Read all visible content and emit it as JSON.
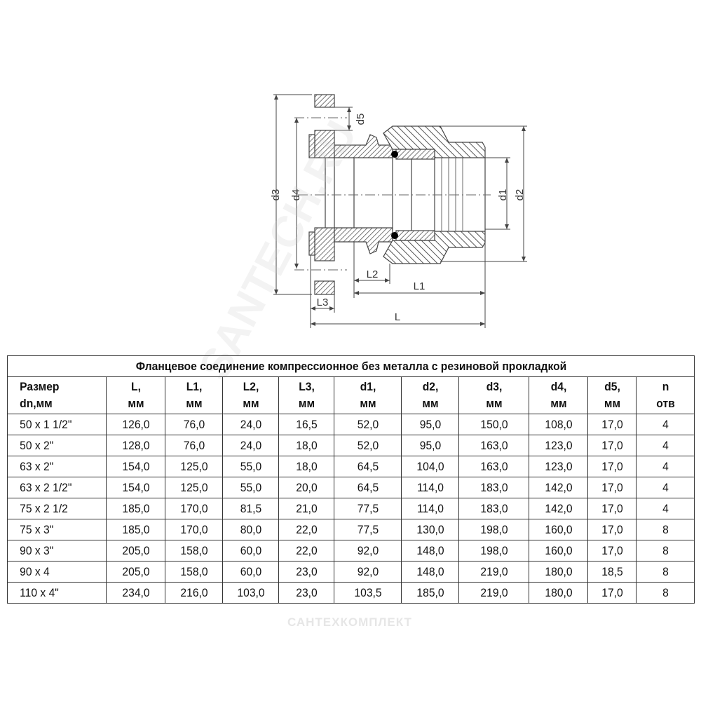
{
  "drawing": {
    "labels": {
      "d1": "d1",
      "d2": "d2",
      "d3": "d3",
      "d4": "d4",
      "d5": "d5",
      "L": "L",
      "L1": "L1",
      "L2": "L2",
      "L3": "L3"
    }
  },
  "table": {
    "title": "Фланцевое соединение компрессионное без металла с резиновой прокладкой",
    "headers": [
      [
        "Размер",
        "dn,мм"
      ],
      [
        "L,",
        "мм"
      ],
      [
        "L1,",
        "мм"
      ],
      [
        "L2,",
        "мм"
      ],
      [
        "L3,",
        "мм"
      ],
      [
        "d1,",
        "мм"
      ],
      [
        "d2,",
        "мм"
      ],
      [
        "d3,",
        "мм"
      ],
      [
        "d4,",
        "мм"
      ],
      [
        "d5,",
        "мм"
      ],
      [
        "n",
        "отв"
      ]
    ],
    "rows": [
      [
        "50 x 1 1/2\"",
        "126,0",
        "76,0",
        "24,0",
        "16,5",
        "52,0",
        "95,0",
        "150,0",
        "108,0",
        "17,0",
        "4"
      ],
      [
        "50 x 2\"",
        "128,0",
        "76,0",
        "24,0",
        "18,0",
        "52,0",
        "95,0",
        "163,0",
        "123,0",
        "17,0",
        "4"
      ],
      [
        "63 x 2\"",
        "154,0",
        "125,0",
        "55,0",
        "18,0",
        "64,5",
        "104,0",
        "163,0",
        "123,0",
        "17,0",
        "4"
      ],
      [
        "63 x 2 1/2\"",
        "154,0",
        "125,0",
        "55,0",
        "20,0",
        "64,5",
        "114,0",
        "183,0",
        "142,0",
        "17,0",
        "4"
      ],
      [
        "75 x 2 1/2",
        "185,0",
        "170,0",
        "81,5",
        "21,0",
        "77,5",
        "114,0",
        "183,0",
        "142,0",
        "17,0",
        "4"
      ],
      [
        "75 x 3\"",
        "185,0",
        "170,0",
        "80,0",
        "22,0",
        "77,5",
        "130,0",
        "198,0",
        "160,0",
        "17,0",
        "8"
      ],
      [
        "90 x 3\"",
        "205,0",
        "158,0",
        "60,0",
        "22,0",
        "92,0",
        "148,0",
        "198,0",
        "160,0",
        "17,0",
        "8"
      ],
      [
        "90 x 4",
        "205,0",
        "158,0",
        "60,0",
        "23,0",
        "92,0",
        "148,0",
        "219,0",
        "180,0",
        "18,5",
        "8"
      ],
      [
        "110 x 4\"",
        "234,0",
        "216,0",
        "103,0",
        "23,0",
        "103,5",
        "185,0",
        "219,0",
        "180,0",
        "17,0",
        "8"
      ]
    ]
  },
  "watermarks": {
    "bottom": "САНТЕХКОМПЛЕКТ",
    "diagonal": "SANTECH.RU"
  }
}
